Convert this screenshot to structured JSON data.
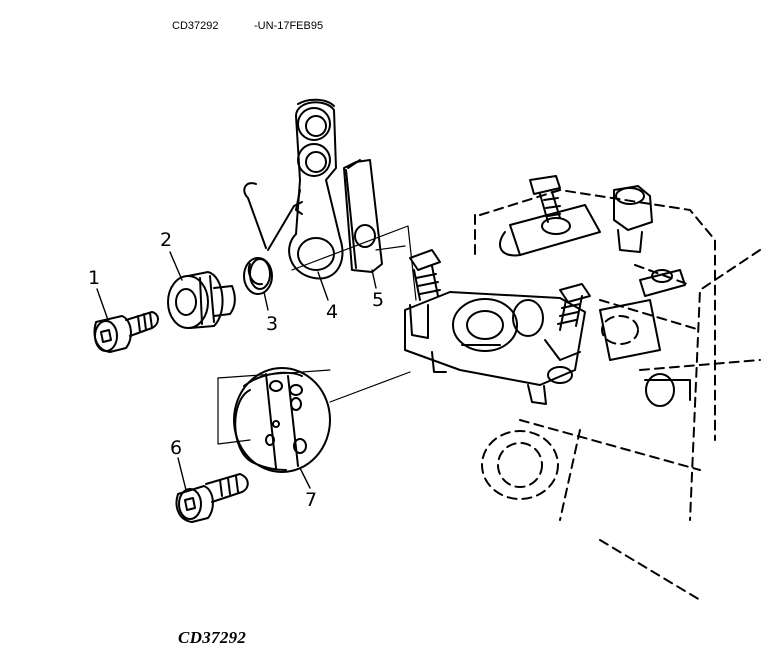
{
  "header": {
    "figure_id": "CD37292",
    "revision_code": "-UN-17FEB95"
  },
  "callouts": {
    "c1": "1",
    "c2": "2",
    "c3": "3",
    "c4": "4",
    "c5": "5",
    "c6": "6",
    "c7": "7"
  },
  "footer": {
    "figure_id": "CD37292"
  }
}
